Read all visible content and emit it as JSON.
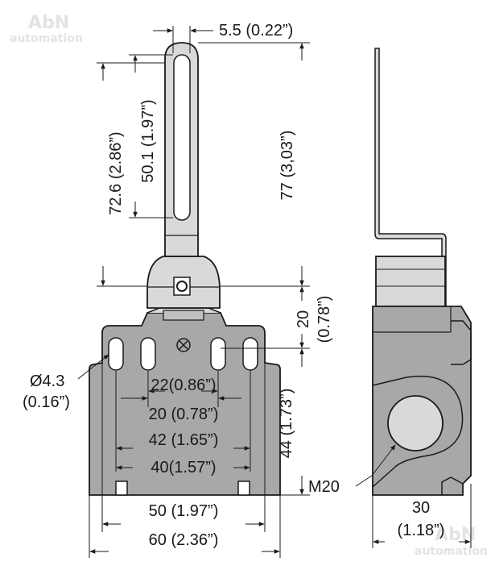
{
  "watermark": {
    "brand": "AbN",
    "sub": "automation"
  },
  "front_view": {
    "dimensions": {
      "lever_width": "5.5 (0.22”)",
      "slot_length": "50.1 (1.97”)",
      "lever_length": "72.6 (2.86”)",
      "total_height": "77 (3,03”)",
      "pivot_offset_mm": "20",
      "pivot_offset_in": "(0.78”)",
      "hole_dia_mm": "Ø4.3",
      "hole_dia_in": "(0.16”)",
      "inner_hole_spacing": "22(0.86”)",
      "hole_spacing": "20 (0.78”)",
      "mounting_width": "42 (1.65”)",
      "body_spacing": "40(1.57”)",
      "body_height": "44 (1.73”)",
      "base_width": "50 (1.97”)",
      "overall_width": "60 (2.36”)"
    }
  },
  "side_view": {
    "conduit_label": "M20",
    "depth_mm": "30",
    "depth_in": "(1.18”)"
  },
  "colors": {
    "body_fill": "#a8a8a8",
    "light_fill": "#d9d9d9",
    "outline": "#1a1a1a"
  }
}
